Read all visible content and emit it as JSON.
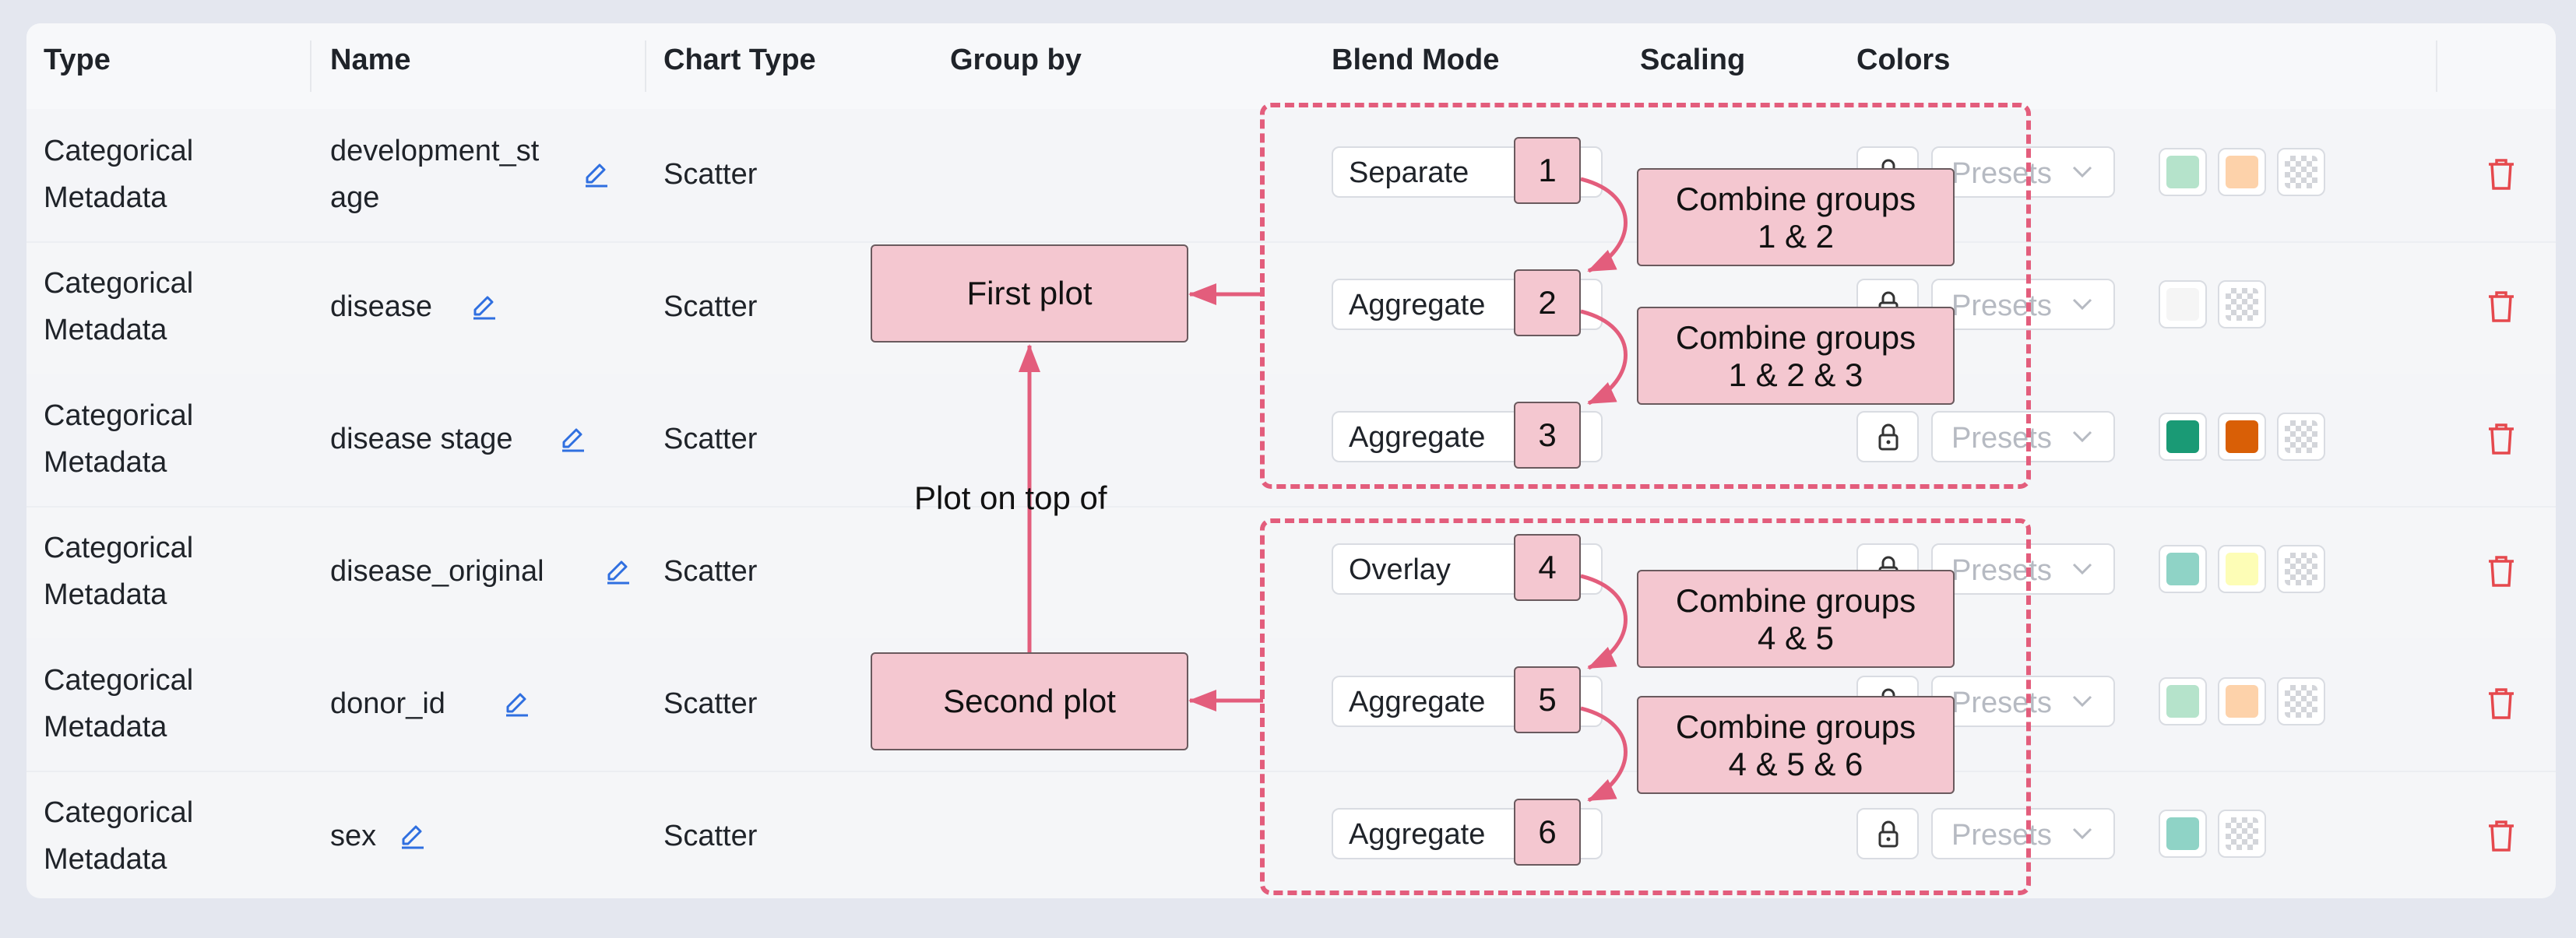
{
  "header": {
    "type": "Type",
    "name": "Name",
    "chart_type": "Chart Type",
    "group_by": "Group by",
    "blend_mode": "Blend Mode",
    "scaling": "Scaling",
    "colors": "Colors"
  },
  "rows": [
    {
      "type": "Categorical Metadata",
      "name_line1": "development_st",
      "name_line2": "age",
      "chart": "Scatter",
      "blend": "Separate",
      "presets": "Presets",
      "swatches": [
        "#b5e3cb",
        "#fdd2aa",
        "checker"
      ]
    },
    {
      "type": "Categorical Metadata",
      "name_line1": "disease",
      "name_line2": "",
      "chart": "Scatter",
      "blend": "Aggregate",
      "presets": "Presets",
      "swatches": [
        "#f5f5f5",
        "checker"
      ]
    },
    {
      "type": "Categorical Metadata",
      "name_line1": "disease stage",
      "name_line2": "",
      "chart": "Scatter",
      "blend": "Aggregate",
      "presets": "Presets",
      "swatches": [
        "#1a9a75",
        "#d95f06",
        "checker"
      ]
    },
    {
      "type": "Categorical Metadata",
      "name_line1": "disease_original",
      "name_line2": "",
      "chart": "Scatter",
      "blend": "Overlay",
      "presets": "Presets",
      "swatches": [
        "#8fd3c6",
        "#fdfdb6",
        "checker"
      ]
    },
    {
      "type": "Categorical Metadata",
      "name_line1": "donor_id",
      "name_line2": "",
      "chart": "Scatter",
      "blend": "Aggregate",
      "presets": "Presets",
      "swatches": [
        "#b5e3cb",
        "#fdd2aa",
        "checker"
      ]
    },
    {
      "type": "Categorical Metadata",
      "name_line1": "sex",
      "name_line2": "",
      "chart": "Scatter",
      "blend": "Aggregate",
      "presets": "Presets",
      "swatches": [
        "#8fd3c6",
        "checker"
      ]
    }
  ],
  "annotations": {
    "numbers": [
      "1",
      "2",
      "3",
      "4",
      "5",
      "6"
    ],
    "combine": [
      {
        "line1": "Combine groups",
        "line2": "1 & 2"
      },
      {
        "line1": "Combine groups",
        "line2": "1 & 2 & 3"
      },
      {
        "line1": "Combine groups",
        "line2": "4 & 5"
      },
      {
        "line1": "Combine groups",
        "line2": "4 & 5 & 6"
      }
    ],
    "first_plot": "First plot",
    "second_plot": "Second plot",
    "plot_on_top": "Plot on top of"
  },
  "colors": {
    "accent_blue": "#2f6fe0",
    "delete_red": "#e5484d",
    "annotation_pink": "#f4c7d0",
    "annotation_dash": "#e35d7c"
  },
  "icons": {
    "edit": "pencil-edit-icon",
    "lock": "lock-icon",
    "chevron": "chevron-down-icon",
    "delete": "trash-icon"
  }
}
